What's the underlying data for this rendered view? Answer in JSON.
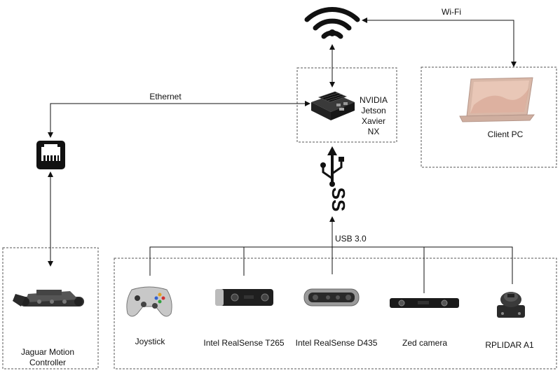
{
  "nodes": {
    "jetson": {
      "label": "NVIDIA\nJetson\nXavier NX",
      "icon": "jetson-board-icon"
    },
    "client_pc": {
      "label": "Client PC",
      "icon": "laptop-icon"
    },
    "jaguar": {
      "label": "Jaguar Motion\nController",
      "icon": "tracked-robot-icon"
    },
    "router": {
      "icon": "ethernet-port-icon"
    },
    "wifi": {
      "icon": "wifi-icon"
    },
    "usb": {
      "icon": "usb-ss-icon"
    },
    "devices": [
      {
        "label": "Joystick",
        "icon": "gamepad-icon"
      },
      {
        "label": "Intel RealSense T265",
        "icon": "realsense-t265-icon"
      },
      {
        "label": "Intel RealSense D435",
        "icon": "realsense-d435-icon"
      },
      {
        "label": "Zed camera",
        "icon": "zed-camera-icon"
      },
      {
        "label": "RPLIDAR A1",
        "icon": "lidar-icon"
      }
    ]
  },
  "edges": {
    "ethernet": "Ethernet",
    "wifi": "Wi-Fi",
    "usb": "USB 3.0"
  },
  "colors": {
    "line": "#111111",
    "box_border": "#555555",
    "laptop_body": "#d9b8a8",
    "laptop_screen": "#e9c7b7"
  }
}
